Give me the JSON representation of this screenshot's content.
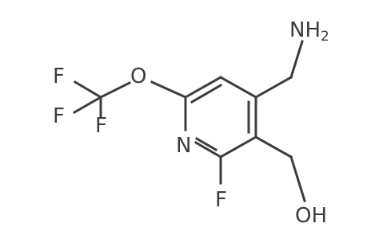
{
  "molecule": {
    "atoms": {
      "amine_n": "NH",
      "amine_h_count": "2",
      "ring_n": "N",
      "ring_f": "F",
      "ether_o": "O",
      "cf3_f1": "F",
      "cf3_f2": "F",
      "cf3_f3": "F",
      "hydroxyl": "OH"
    },
    "colors": {
      "bond": "#3c3c3c",
      "label": "#3c3c3c",
      "background": "#ffffff"
    }
  }
}
